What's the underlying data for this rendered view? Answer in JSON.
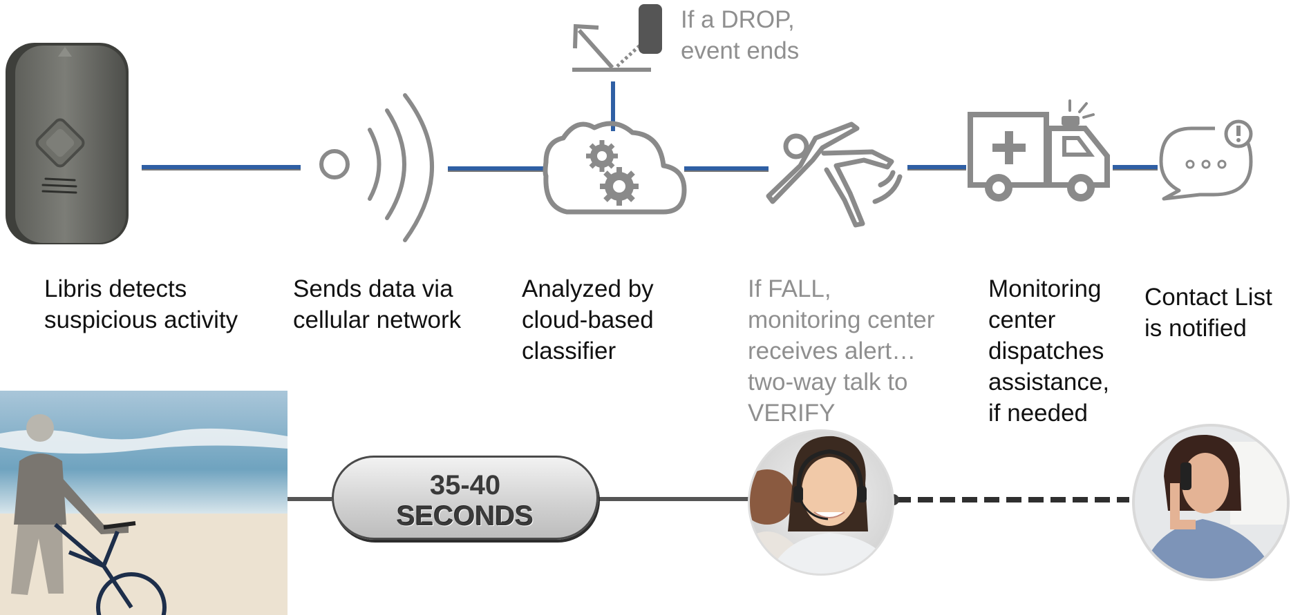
{
  "drop_note": {
    "line1": "If a DROP,",
    "line2": "event ends"
  },
  "steps": [
    {
      "lines": [
        "Libris detects",
        "suspicious activity"
      ]
    },
    {
      "lines": [
        "Sends data via",
        "cellular network"
      ]
    },
    {
      "lines": [
        "Analyzed by",
        "cloud-based",
        "classifier"
      ]
    },
    {
      "lines": [
        "If FALL,",
        "monitoring center",
        "receives alert…",
        "two-way talk to",
        "VERIFY"
      ]
    },
    {
      "lines": [
        "Monitoring",
        "center",
        "dispatches",
        "assistance,",
        "if needed"
      ]
    },
    {
      "lines": [
        "Contact List",
        "is notified"
      ]
    }
  ],
  "timer": {
    "value": "35-40",
    "unit": "SECONDS"
  },
  "icons": [
    "device-icon",
    "wireless-signal-icon",
    "cloud-gears-icon",
    "fall-icon",
    "ambulance-icon",
    "chat-alert-icon",
    "drop-icon"
  ],
  "colors": {
    "connector_blue": "#2f5fa4",
    "icon_gray": "#8a8a8a",
    "muted_text": "#8f8f8f"
  }
}
